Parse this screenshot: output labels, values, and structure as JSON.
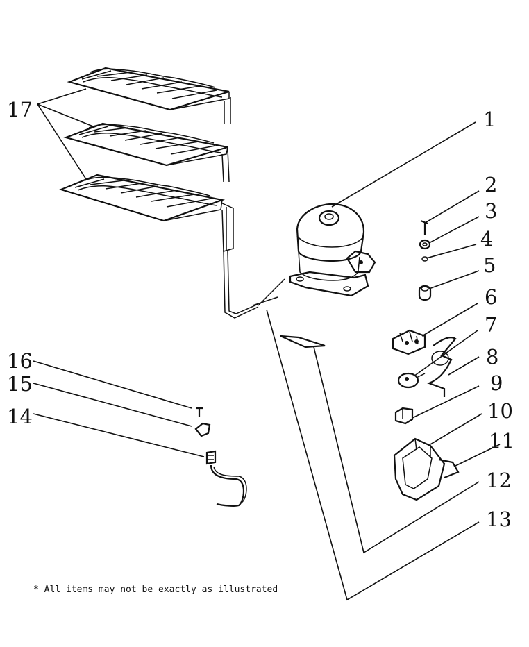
{
  "callouts": {
    "c1": "1",
    "c2": "2",
    "c3": "3",
    "c4": "4",
    "c5": "5",
    "c6": "6",
    "c7": "7",
    "c8": "8",
    "c9": "9",
    "c10": "10",
    "c11": "11",
    "c12": "12",
    "c13": "13",
    "c14": "14",
    "c15": "15",
    "c16": "16",
    "c17": "17"
  },
  "note": "* All items may not be exactly as illustrated"
}
